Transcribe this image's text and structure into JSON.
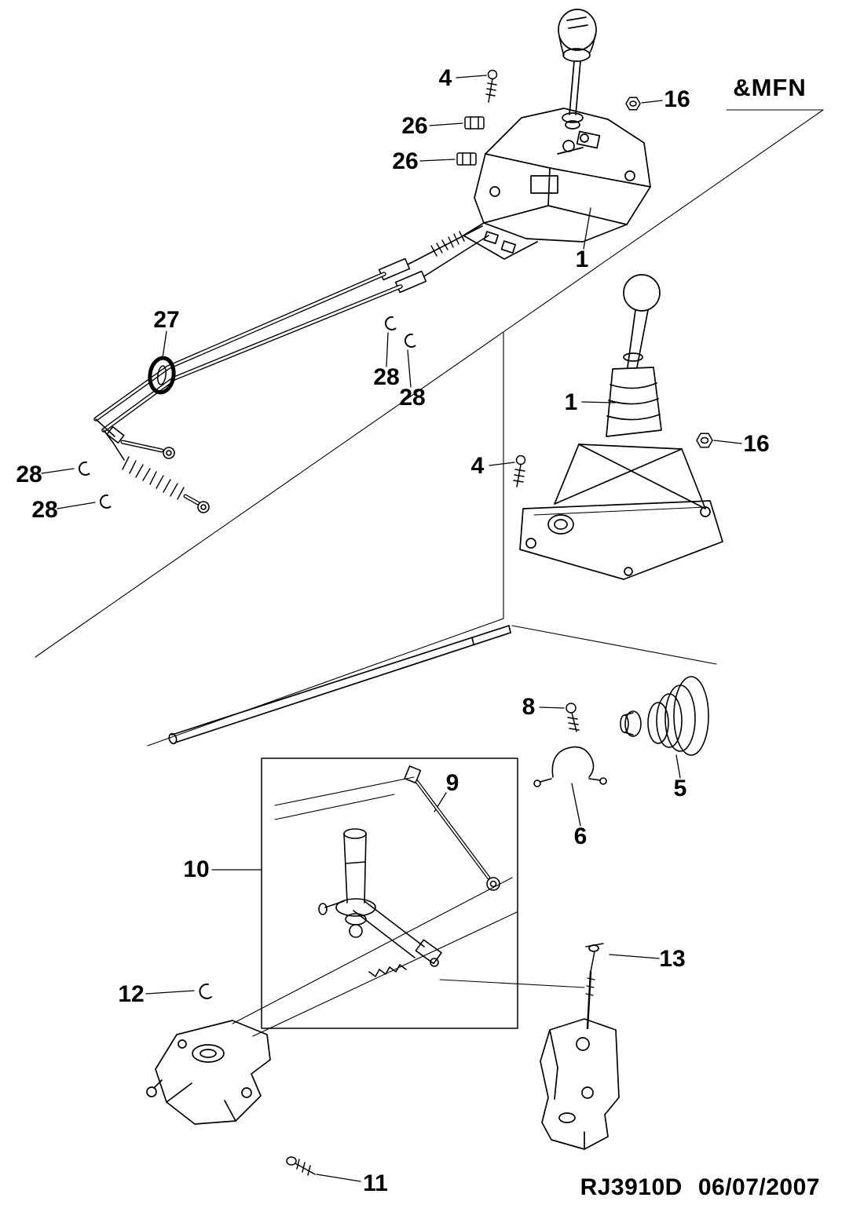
{
  "page": {
    "background_color": "#ffffff",
    "line_color": "#000000"
  },
  "header": {
    "ref_label": "&MFN"
  },
  "footer": {
    "drawing_number": "RJ3910D",
    "date": "06/07/2007"
  },
  "diagram": {
    "callouts": [
      {
        "label": "4"
      },
      {
        "label": "26"
      },
      {
        "label": "26"
      },
      {
        "label": "16"
      },
      {
        "label": "1"
      },
      {
        "label": "27"
      },
      {
        "label": "28"
      },
      {
        "label": "28"
      },
      {
        "label": "1"
      },
      {
        "label": "4"
      },
      {
        "label": "16"
      },
      {
        "label": "28"
      },
      {
        "label": "28"
      },
      {
        "label": "8"
      },
      {
        "label": "5"
      },
      {
        "label": "6"
      },
      {
        "label": "9"
      },
      {
        "label": "10"
      },
      {
        "label": "12"
      },
      {
        "label": "13"
      },
      {
        "label": "11"
      }
    ]
  }
}
